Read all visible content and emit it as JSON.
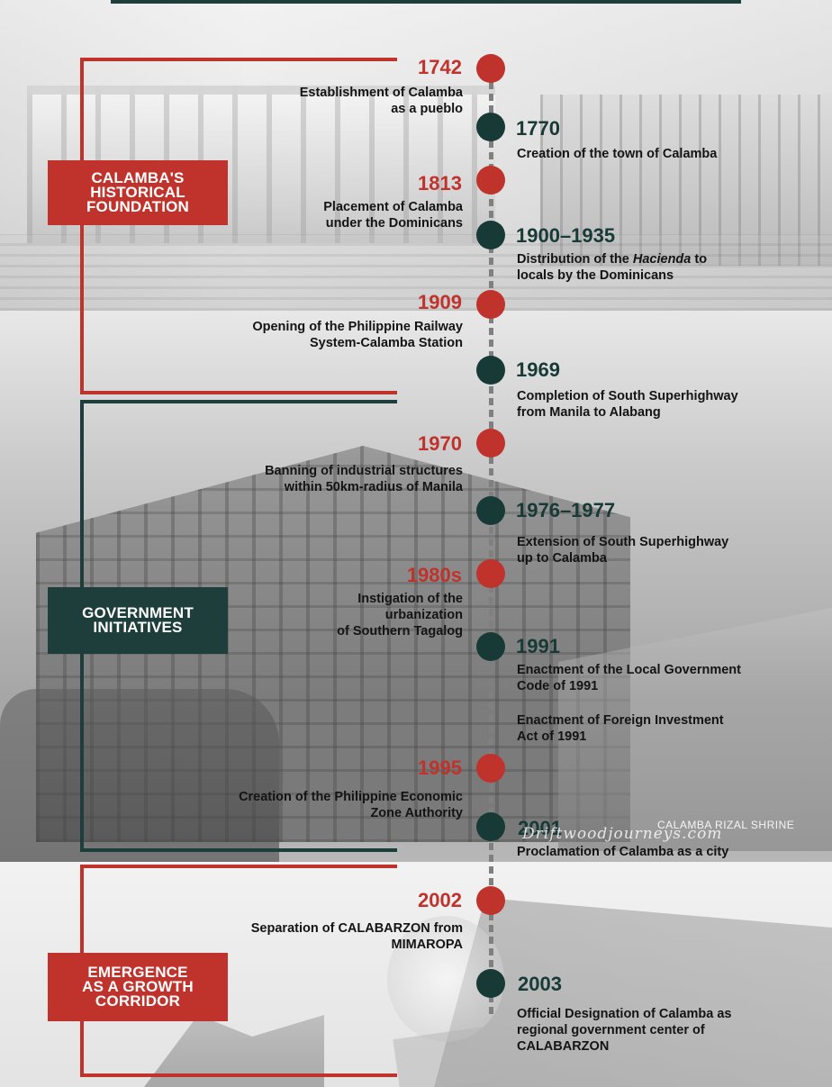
{
  "header_color": "#1d3e3a",
  "colors": {
    "red": "#c0332c",
    "teal": "#173a36"
  },
  "sections": [
    {
      "label": "CALAMBA'S\nHISTORICAL\nFOUNDATION",
      "color": "red"
    },
    {
      "label": "GOVERNMENT\nINITIATIVES",
      "color": "teal"
    },
    {
      "label": "EMERGENCE\nAS A GROWTH\nCORRIDOR",
      "color": "red"
    }
  ],
  "events": [
    {
      "year": "1742",
      "text": "Establishment of Calamba\nas a pueblo",
      "color": "red",
      "side": "left"
    },
    {
      "year": "1770",
      "text": "Creation of the town of Calamba",
      "color": "teal",
      "side": "right"
    },
    {
      "year": "1813",
      "text": "Placement of Calamba\nunder the Dominicans",
      "color": "red",
      "side": "left"
    },
    {
      "year": "1900–1935",
      "text_before": "Distribution of the ",
      "text_italic": "Hacienda",
      "text_after": " to\nlocals by the Dominicans",
      "color": "teal",
      "side": "right"
    },
    {
      "year": "1909",
      "text": "Opening of the Philippine Railway\nSystem-Calamba Station",
      "color": "red",
      "side": "left"
    },
    {
      "year": "1969",
      "text": "Completion of South Superhighway\nfrom Manila to Alabang",
      "color": "teal",
      "side": "right"
    },
    {
      "year": "1970",
      "text": "Banning of industrial structures\nwithin 50km-radius of Manila",
      "color": "red",
      "side": "left"
    },
    {
      "year": "1976–1977",
      "text": "Extension of South Superhighway\nup to Calamba",
      "color": "teal",
      "side": "right"
    },
    {
      "year": "1980s",
      "text": "Instigation of the\nurbanization\nof Southern Tagalog",
      "color": "red",
      "side": "left"
    },
    {
      "year": "1991",
      "text": "Enactment of the Local Government\nCode of 1991",
      "text2": "Enactment of Foreign Investment\nAct of 1991",
      "color": "teal",
      "side": "right"
    },
    {
      "year": "1995",
      "text": "Creation of the Philippine Economic\nZone Authority",
      "color": "red",
      "side": "left"
    },
    {
      "year": "2001",
      "text": "Proclamation of Calamba as a city",
      "color": "teal",
      "side": "right"
    },
    {
      "year": "2002",
      "text": "Separation of CALABARZON from\nMIMAROPA",
      "color": "red",
      "side": "left"
    },
    {
      "year": "2003",
      "text": "Official Designation of Calamba as\nregional government center of\nCALABARZON",
      "color": "teal",
      "side": "right"
    }
  ],
  "watermark": {
    "script": "Driftwoodjourneys.com",
    "shrine": "CALAMBA RIZAL SHRINE"
  }
}
